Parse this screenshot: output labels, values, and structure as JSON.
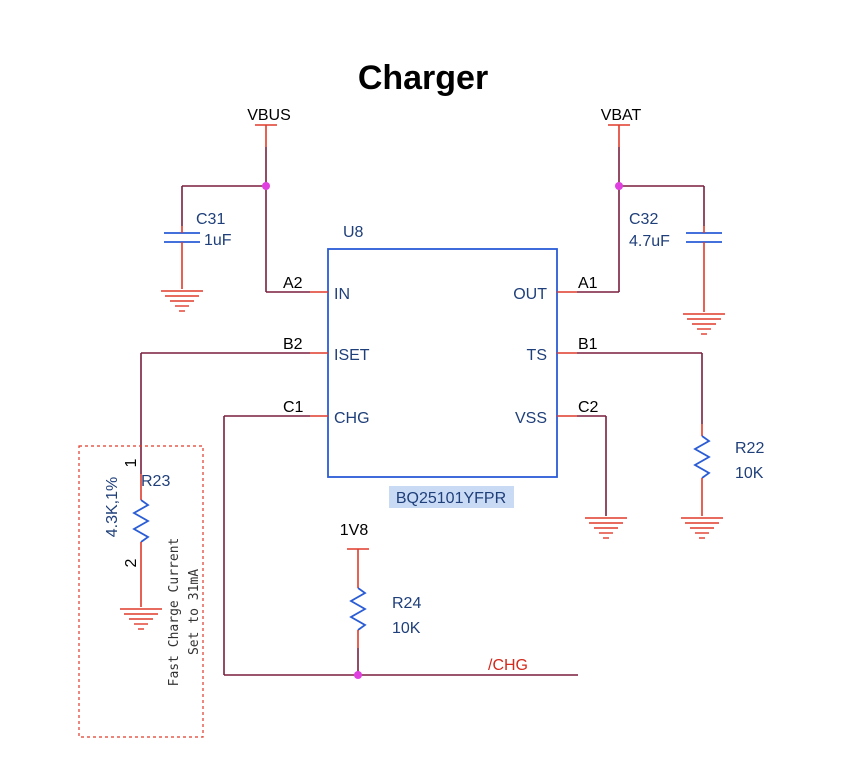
{
  "title": "Charger",
  "nets": {
    "vbus": "VBUS",
    "vbat": "VBAT",
    "v1v8": "1V8",
    "chg": "/CHG"
  },
  "ic": {
    "ref": "U8",
    "part": "BQ25101YFPR",
    "pins": {
      "a2_num": "A2",
      "a2_name": "IN",
      "b2_num": "B2",
      "b2_name": "ISET",
      "c1_num": "C1",
      "c1_name": "CHG",
      "a1_num": "A1",
      "a1_name": "OUT",
      "b1_num": "B1",
      "b1_name": "TS",
      "c2_num": "C2",
      "c2_name": "VSS"
    }
  },
  "components": {
    "c31": {
      "ref": "C31",
      "value": "1uF"
    },
    "c32": {
      "ref": "C32",
      "value": "4.7uF"
    },
    "r22": {
      "ref": "R22",
      "value": "10K"
    },
    "r23": {
      "ref": "R23",
      "value": "4.3K,1%",
      "pin1": "1",
      "pin2": "2"
    },
    "r24": {
      "ref": "R24",
      "value": "10K"
    }
  },
  "note": {
    "line1": "Fast Charge Current",
    "line2": "Set to 31mA"
  },
  "colors": {
    "wire": "#7a1f3d",
    "pin": "#e03a2a",
    "body": "#2a5cd6",
    "junction": "#e040e0",
    "label": "#1f3f7a",
    "note_border": "#e03a2a"
  }
}
